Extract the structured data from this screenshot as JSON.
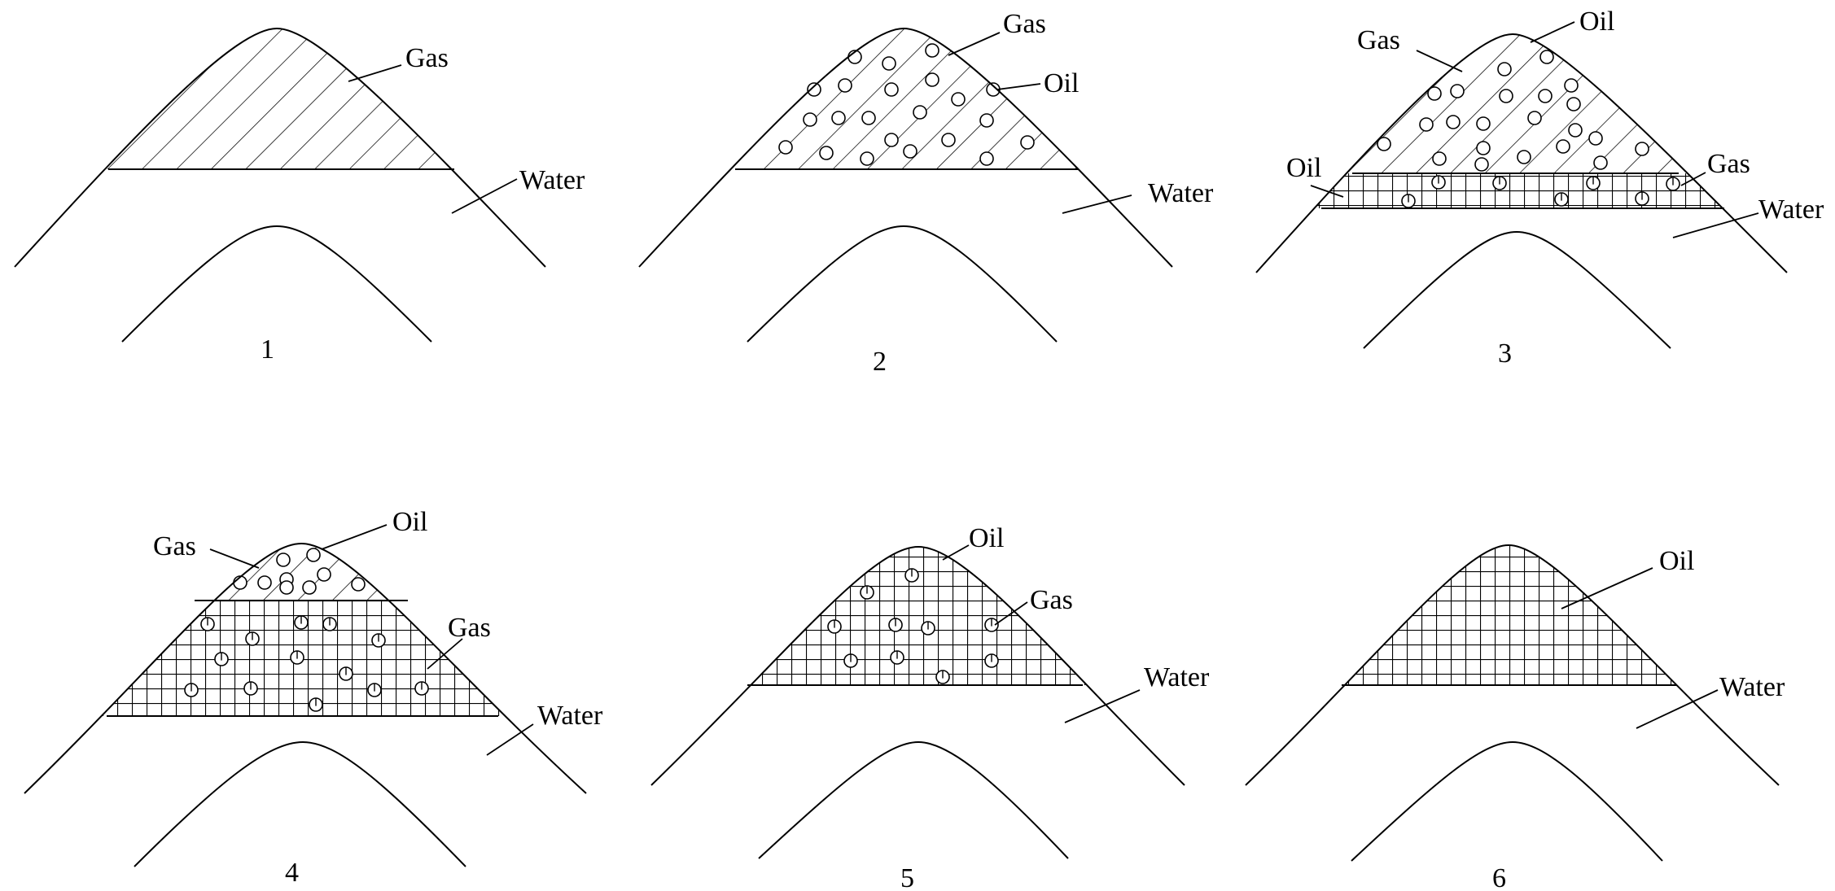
{
  "title": "",
  "colors": {
    "ink": "#000000",
    "paper": "#ffffff"
  },
  "legend_fills": {
    "gas": "diagonal-hatch",
    "oil": "square-grid",
    "gas_dissolved_in_oil": "small-circles"
  },
  "panels": [
    {
      "number": "1",
      "labels": [
        "Gas",
        "Water"
      ]
    },
    {
      "number": "2",
      "labels": [
        "Gas",
        "Oil",
        "Water"
      ]
    },
    {
      "number": "3",
      "labels": [
        "Gas",
        "Oil",
        "Oil",
        "Gas",
        "Water"
      ]
    },
    {
      "number": "4",
      "labels": [
        "Gas",
        "Oil",
        "Gas",
        "Water"
      ]
    },
    {
      "number": "5",
      "labels": [
        "Oil",
        "Gas",
        "Water"
      ]
    },
    {
      "number": "6",
      "labels": [
        "Oil",
        "Water"
      ]
    }
  ]
}
